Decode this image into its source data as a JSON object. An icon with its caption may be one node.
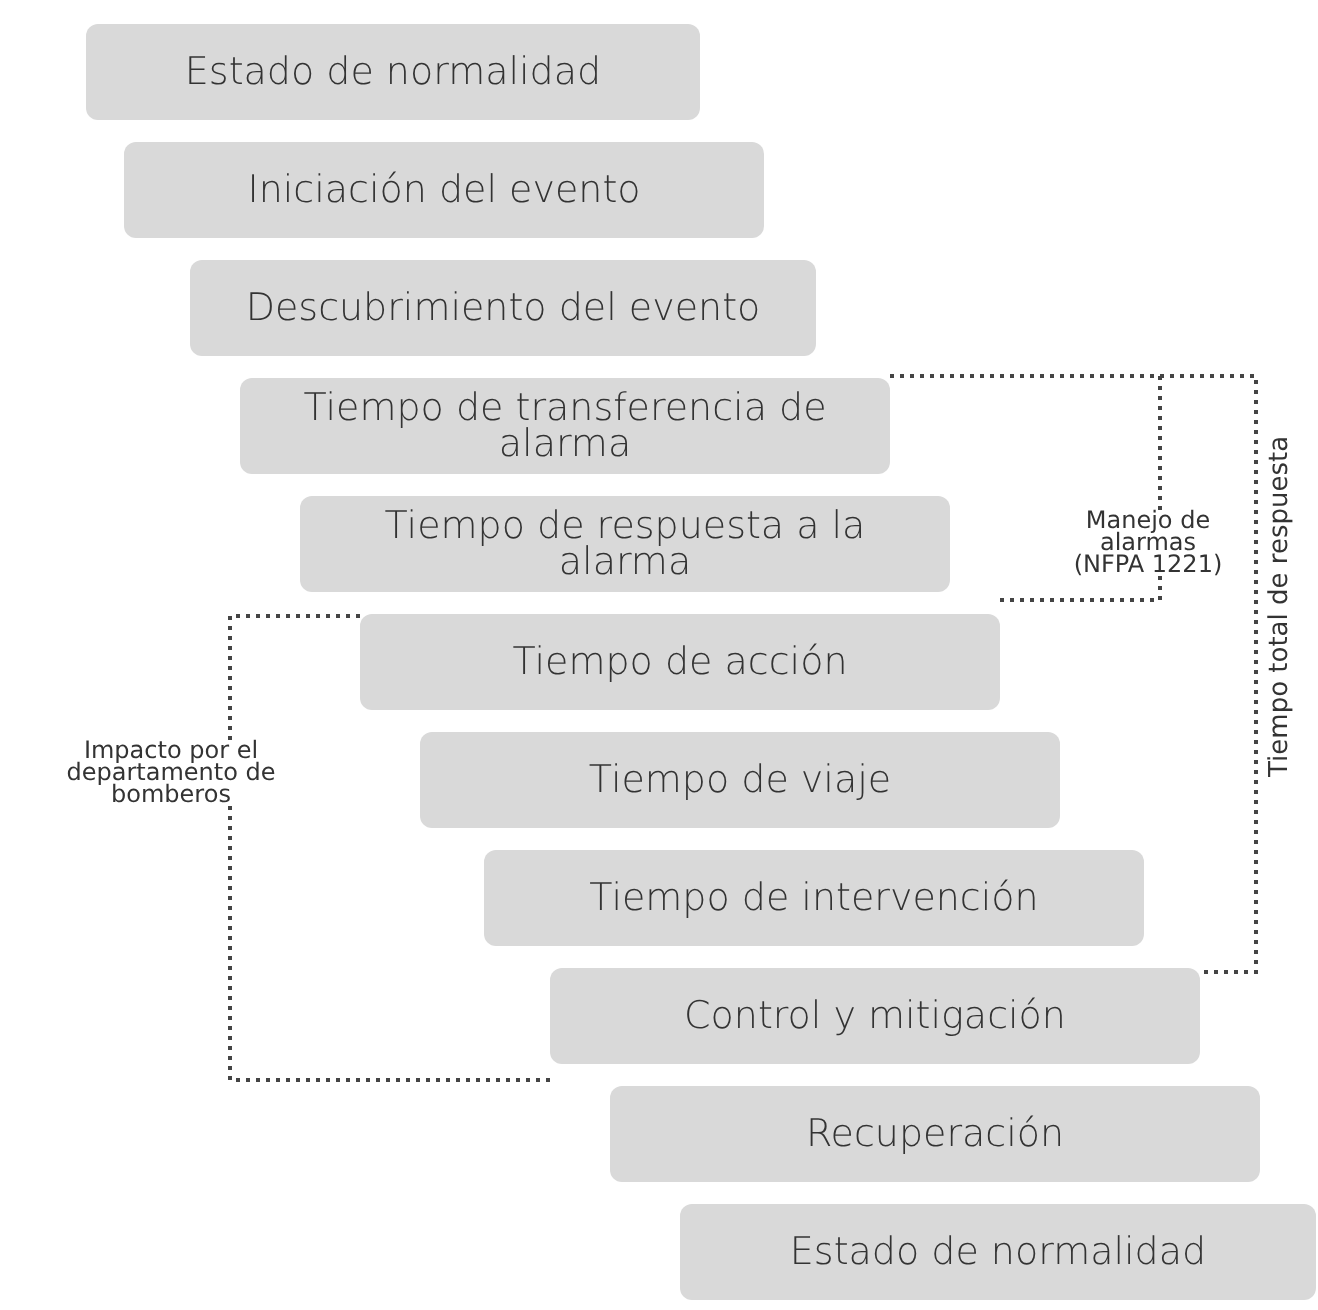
{
  "diagram": {
    "nodes": [
      {
        "text": [
          "Estado de normalidad"
        ]
      },
      {
        "text": [
          "Iniciación del evento"
        ]
      },
      {
        "text": [
          "Descubrimiento del evento"
        ]
      },
      {
        "text": [
          "Tiempo de transferencia de alarma"
        ]
      },
      {
        "text": [
          "Tiempo de respuesta a la alarma"
        ]
      },
      {
        "text": [
          "Tiempo de acción"
        ]
      },
      {
        "text": [
          "Tiempo de viaje"
        ]
      },
      {
        "text": [
          "Tiempo de intervención"
        ]
      },
      {
        "text": [
          "Control y mitigación"
        ]
      },
      {
        "text": [
          "Recuperación"
        ]
      },
      {
        "text": [
          "Estado de normalidad"
        ]
      }
    ],
    "labels": [
      "Manejo de alarmas (NFPA 1221)",
      "Tiempo total de respuesta",
      "Impacto por el departamento de bomberos"
    ]
  }
}
